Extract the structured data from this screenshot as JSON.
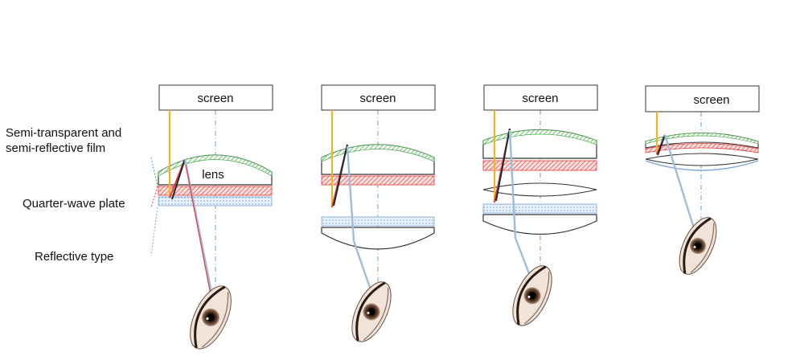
{
  "labels": {
    "film": "Semi-transparent and\nsemi-reflective film",
    "film_line1": "Semi-transparent and",
    "film_line2": "semi-reflective film",
    "quarter_wave": "Quarter-wave plate",
    "reflective": "Reflective type",
    "lens": "lens"
  },
  "screens": [
    "screen",
    "screen",
    "screen",
    "screen"
  ],
  "colors": {
    "film": "#4caf50",
    "quarter_wave": "#e53935",
    "polarizer": "#7aa7d6",
    "ray_yellow": "#f0b429",
    "ray_red": "#e53935",
    "ray_dark": "#1b2b33",
    "ray_blue": "#9fbcd8",
    "axis": "#6fa0c8"
  },
  "icons": [
    "eye-icon",
    "eye-icon",
    "eye-icon",
    "eye-icon"
  ]
}
